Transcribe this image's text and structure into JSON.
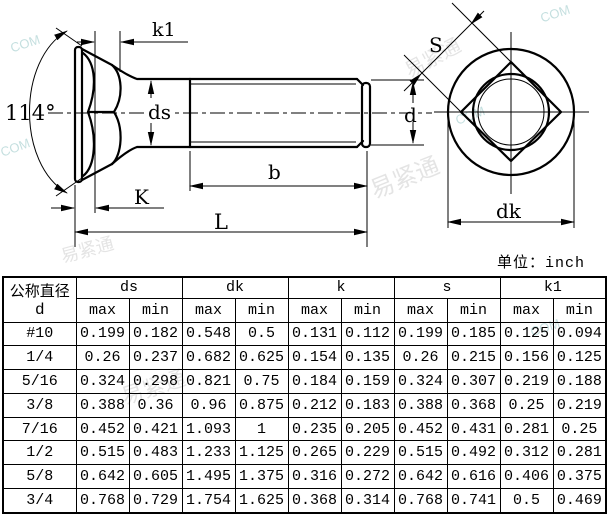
{
  "page": {
    "unit_label": "单位：inch"
  },
  "diagram": {
    "labels": {
      "angle": "114°",
      "k1": "k1",
      "ds": "ds",
      "K": "K",
      "b": "b",
      "L": "L",
      "d_side": "d",
      "S": "S",
      "dk": "dk"
    }
  },
  "watermarks": {
    "brand_cn": "易紧通",
    "brand_com": "COM"
  },
  "table": {
    "header_col": {
      "line1": "公称直径",
      "line2": "d"
    },
    "groups": [
      "ds",
      "dk",
      "k",
      "s",
      "k1"
    ],
    "sub_headers": [
      "max",
      "min"
    ],
    "rows": [
      {
        "d": "#10",
        "values": [
          "0.199",
          "0.182",
          "0.548",
          "0.5",
          "0.131",
          "0.112",
          "0.199",
          "0.185",
          "0.125",
          "0.094"
        ]
      },
      {
        "d": "1/4",
        "values": [
          "0.26",
          "0.237",
          "0.682",
          "0.625",
          "0.154",
          "0.135",
          "0.26",
          "0.215",
          "0.156",
          "0.125"
        ]
      },
      {
        "d": "5/16",
        "values": [
          "0.324",
          "0.298",
          "0.821",
          "0.75",
          "0.184",
          "0.159",
          "0.324",
          "0.307",
          "0.219",
          "0.188"
        ]
      },
      {
        "d": "3/8",
        "values": [
          "0.388",
          "0.36",
          "0.96",
          "0.875",
          "0.212",
          "0.183",
          "0.388",
          "0.368",
          "0.25",
          "0.219"
        ]
      },
      {
        "d": "7/16",
        "values": [
          "0.452",
          "0.421",
          "1.093",
          "1",
          "0.235",
          "0.205",
          "0.452",
          "0.431",
          "0.281",
          "0.25"
        ]
      },
      {
        "d": "1/2",
        "values": [
          "0.515",
          "0.483",
          "1.233",
          "1.125",
          "0.265",
          "0.229",
          "0.515",
          "0.492",
          "0.312",
          "0.281"
        ]
      },
      {
        "d": "5/8",
        "values": [
          "0.642",
          "0.605",
          "1.495",
          "1.375",
          "0.316",
          "0.272",
          "0.642",
          "0.616",
          "0.406",
          "0.375"
        ]
      },
      {
        "d": "3/4",
        "values": [
          "0.768",
          "0.729",
          "1.754",
          "1.625",
          "0.368",
          "0.314",
          "0.768",
          "0.741",
          "0.5",
          "0.469"
        ]
      }
    ]
  }
}
